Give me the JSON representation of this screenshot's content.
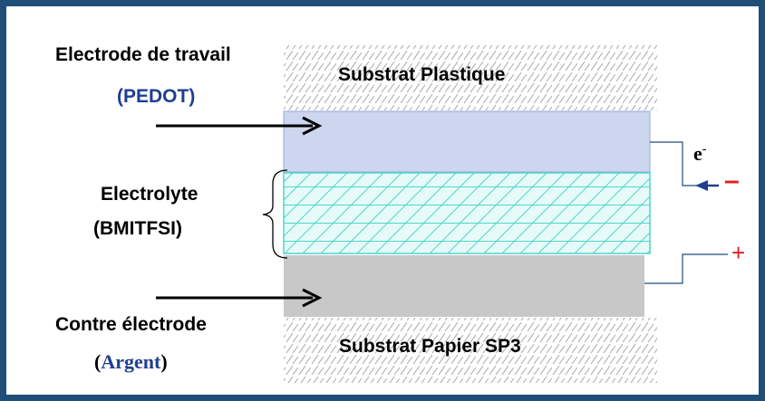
{
  "labels": {
    "working_electrode": "Electrode de travail",
    "working_electrode_material": "(PEDOT)",
    "substrate_top": "Substrat Plastique",
    "electrolyte": "Electrolyte",
    "electrolyte_material": "(BMITFSI)",
    "counter_electrode": "Contre électrode",
    "counter_electrode_material_open": "(",
    "counter_electrode_material": "Argent",
    "counter_electrode_material_close": ")",
    "substrate_bottom": "Substrat Papier SP3",
    "electron": "e",
    "electron_superscript": "-",
    "negative_terminal": "–",
    "positive_terminal": "+"
  },
  "colors": {
    "frame_border": "#1f4e79",
    "pedot_layer": "#ccd6ee",
    "pedot_border": "#9aa6dc",
    "electrolyte_layer": "#e6fbf8",
    "electrolyte_hatch": "#4fd6c8",
    "silver_layer": "#c8c8c8",
    "substrate_hatch": "#b3b3b3",
    "wire": "#1f4e79",
    "accent_blue": "#1f3f8f",
    "terminal_red": "#e02020",
    "text": "#000000"
  }
}
